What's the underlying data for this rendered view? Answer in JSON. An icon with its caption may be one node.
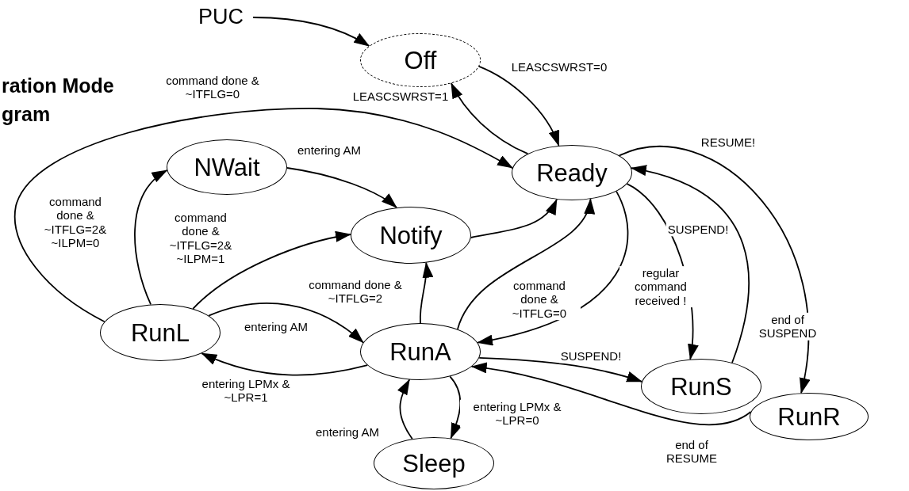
{
  "diagram": {
    "nodes": [
      {
        "text": [
          "PUC"
        ]
      },
      {
        "text": [
          "Off"
        ]
      },
      {
        "text": [
          "NWait"
        ]
      },
      {
        "text": [
          "Ready"
        ]
      },
      {
        "text": [
          "Notify"
        ]
      },
      {
        "text": [
          "RunL"
        ]
      },
      {
        "text": [
          "RunA"
        ]
      },
      {
        "text": [
          "RunS"
        ]
      },
      {
        "text": [
          "RunR"
        ]
      },
      {
        "text": [
          "Sleep"
        ]
      }
    ],
    "edges": [
      {
        "from": 0,
        "to": 1,
        "arrow": "to"
      },
      {
        "from": 1,
        "to": 3,
        "arrow": "to",
        "label": "LEASCSWRST=0"
      },
      {
        "from": 3,
        "to": 1,
        "arrow": "to",
        "label": "LEASCSWRST=1"
      },
      {
        "from": 5,
        "to": 3,
        "arrow": "to",
        "label": "command done & ~ITFLG=0"
      },
      {
        "from": 5,
        "to": 2,
        "arrow": "to",
        "label": "command done & ~ITFLG=2& ~ILPM=0"
      },
      {
        "from": 2,
        "to": 4,
        "arrow": "to",
        "label": "entering AM"
      },
      {
        "from": 5,
        "to": 4,
        "arrow": "to",
        "label": "command done & ~ITFLG=2& ~ILPM=1"
      },
      {
        "from": 4,
        "to": 3,
        "arrow": "to"
      },
      {
        "from": 6,
        "to": 4,
        "arrow": "to",
        "label": "command done & ~ITFLG=2"
      },
      {
        "from": 6,
        "to": 3,
        "arrow": "to",
        "label": "command done & ~ITFLG=0"
      },
      {
        "from": 3,
        "to": 6,
        "arrow": "to",
        "label": "regular command received !"
      },
      {
        "from": 5,
        "to": 6,
        "arrow": "to",
        "label": "entering AM"
      },
      {
        "from": 6,
        "to": 5,
        "arrow": "to",
        "label": "entering LPMx & ~LPR=1"
      },
      {
        "from": 3,
        "to": 7,
        "arrow": "to",
        "label": "SUSPEND!"
      },
      {
        "from": 7,
        "to": 3,
        "arrow": "to",
        "label": "end of SUSPEND"
      },
      {
        "from": 3,
        "to": 8,
        "arrow": "to",
        "label": "RESUME!"
      },
      {
        "from": 6,
        "to": 7,
        "arrow": "to",
        "label": "SUSPEND!"
      },
      {
        "from": 8,
        "to": 6,
        "arrow": "to",
        "label": "end of RESUME"
      },
      {
        "from": 9,
        "to": 6,
        "arrow": "to",
        "label": "entering AM"
      },
      {
        "from": 6,
        "to": 9,
        "arrow": "to",
        "label": "entering LPMx & ~LPR=0"
      }
    ],
    "labels": [
      "ration Mode",
      "gram"
    ]
  }
}
